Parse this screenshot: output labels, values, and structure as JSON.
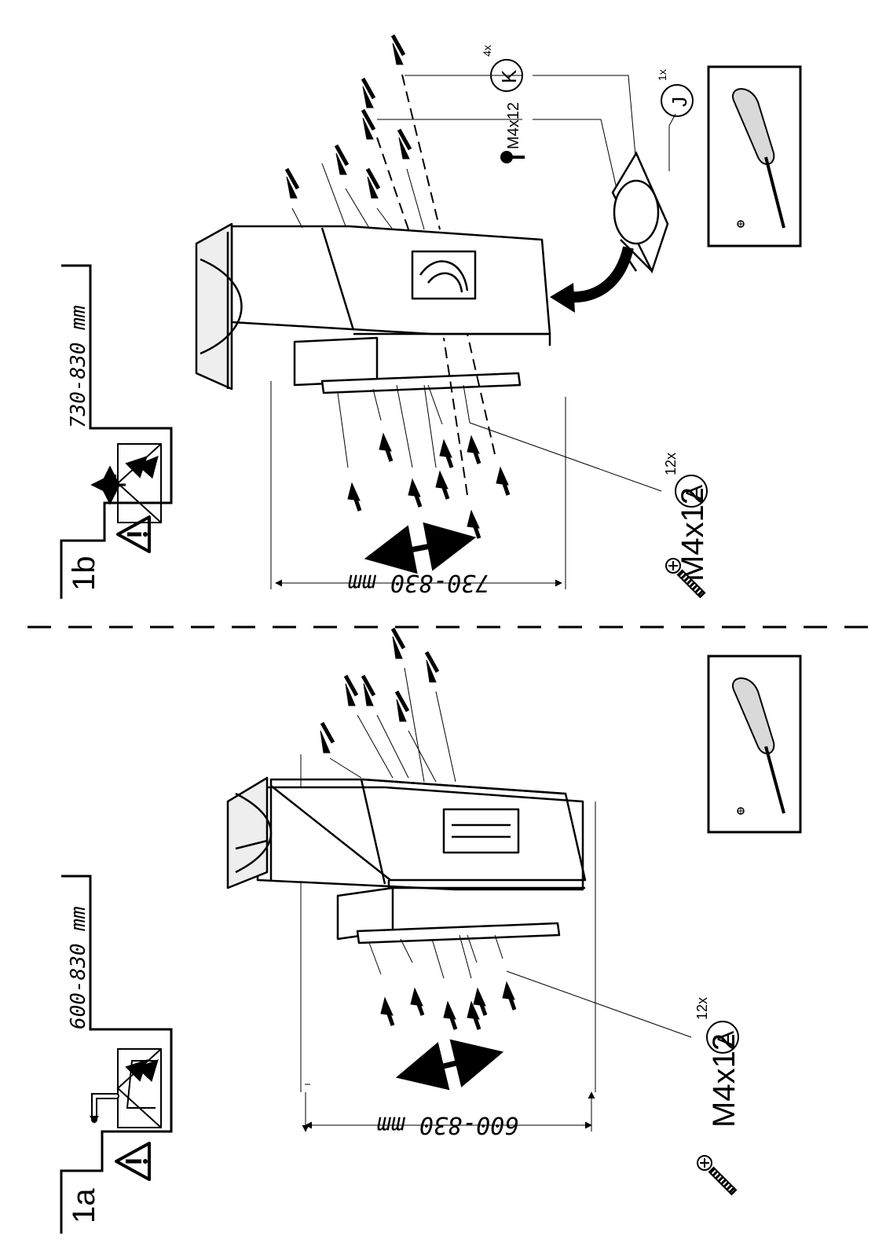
{
  "panel_a": {
    "step_label": "1a",
    "range_label": "600-830 mm",
    "dimension_label": "600-830 mm",
    "screw_spec": "M4x12",
    "part_letter": "A",
    "part_qty": "12x",
    "icons": [
      "warning-triangle-icon",
      "chimney-adjust-icon",
      "two-person-icon",
      "screw-icon",
      "screwdriver-icon"
    ]
  },
  "panel_b": {
    "step_label": "1b",
    "range_label": "730-830 mm",
    "dimension_label": "730-830 mm",
    "screw_spec": "M4x12",
    "part_letter": "A",
    "part_qty": "12x",
    "screw_spec_k": "M4x12",
    "part_letter_k": "K",
    "part_qty_k": "4x",
    "part_letter_j": "J",
    "part_qty_j": "1x",
    "icons": [
      "warning-triangle-icon",
      "chimney-adjust-icon",
      "two-person-icon",
      "screw-icon",
      "screwdriver-icon",
      "flange-part-icon"
    ]
  },
  "colors": {
    "ink": "#000000",
    "paper": "#ffffff",
    "shade": "#d9d9d9"
  }
}
